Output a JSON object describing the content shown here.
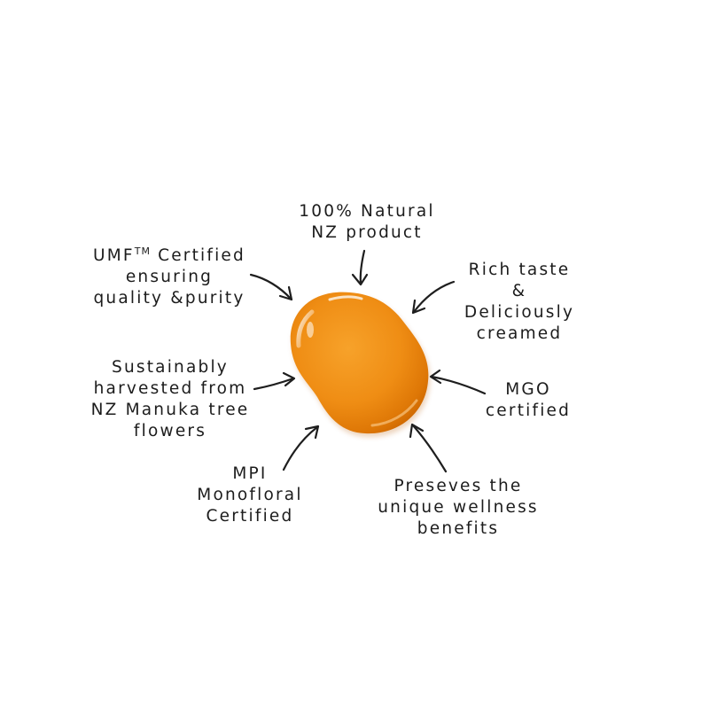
{
  "features": {
    "natural": {
      "line1": "100% Natural",
      "line2": "NZ product"
    },
    "umf": {
      "line1_main": "UMF",
      "line1_tm": "TM",
      "line1_rest": " Certified",
      "line2": "ensuring",
      "line3": "quality &purity"
    },
    "rich": {
      "line1": "Rich taste",
      "line2": "&",
      "line3": "Deliciously",
      "line4": "creamed"
    },
    "sustainable": {
      "line1": "Sustainably",
      "line2": "harvested from",
      "line3": "NZ Manuka tree",
      "line4": "flowers"
    },
    "mgo": {
      "line1": "MGO",
      "line2": "certified"
    },
    "mpi": {
      "line1": "MPI",
      "line2": "Monofloral",
      "line3": "Certified"
    },
    "wellness": {
      "line1": "Preseves the",
      "line2": "unique wellness",
      "line3": "benefits"
    }
  },
  "colors": {
    "honey_light": "#f6a431",
    "honey_mid": "#ef8a10",
    "honey_dark": "#c86200",
    "text": "#1c1c1c"
  }
}
